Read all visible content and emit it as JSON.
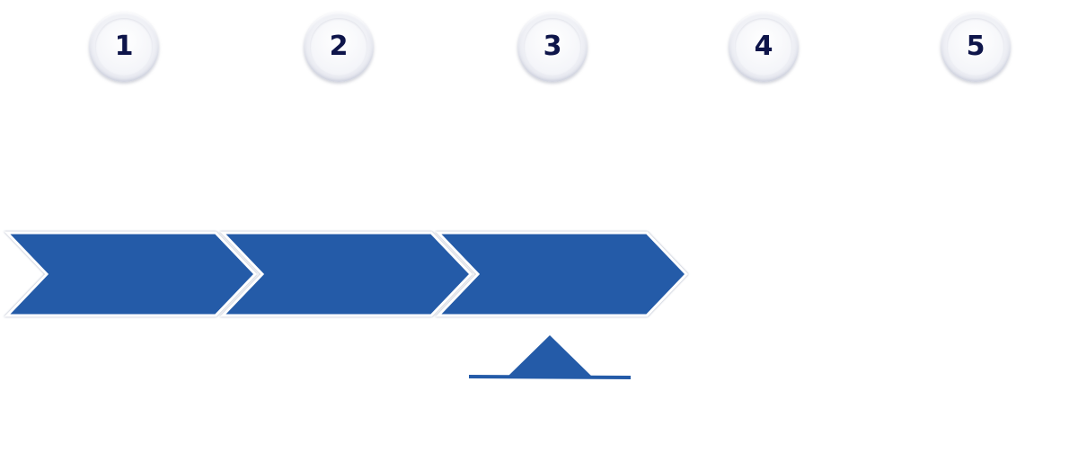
{
  "steps": [
    {
      "label": "1"
    },
    {
      "label": "2"
    },
    {
      "label": "3"
    },
    {
      "label": "4"
    },
    {
      "label": "5"
    }
  ],
  "progress": {
    "completed_steps": 3,
    "total_steps": 5,
    "current_step": 3
  },
  "colors": {
    "chevron_fill": "#245ba8",
    "number_text": "#0e154a",
    "indicator": "#245ba8"
  }
}
